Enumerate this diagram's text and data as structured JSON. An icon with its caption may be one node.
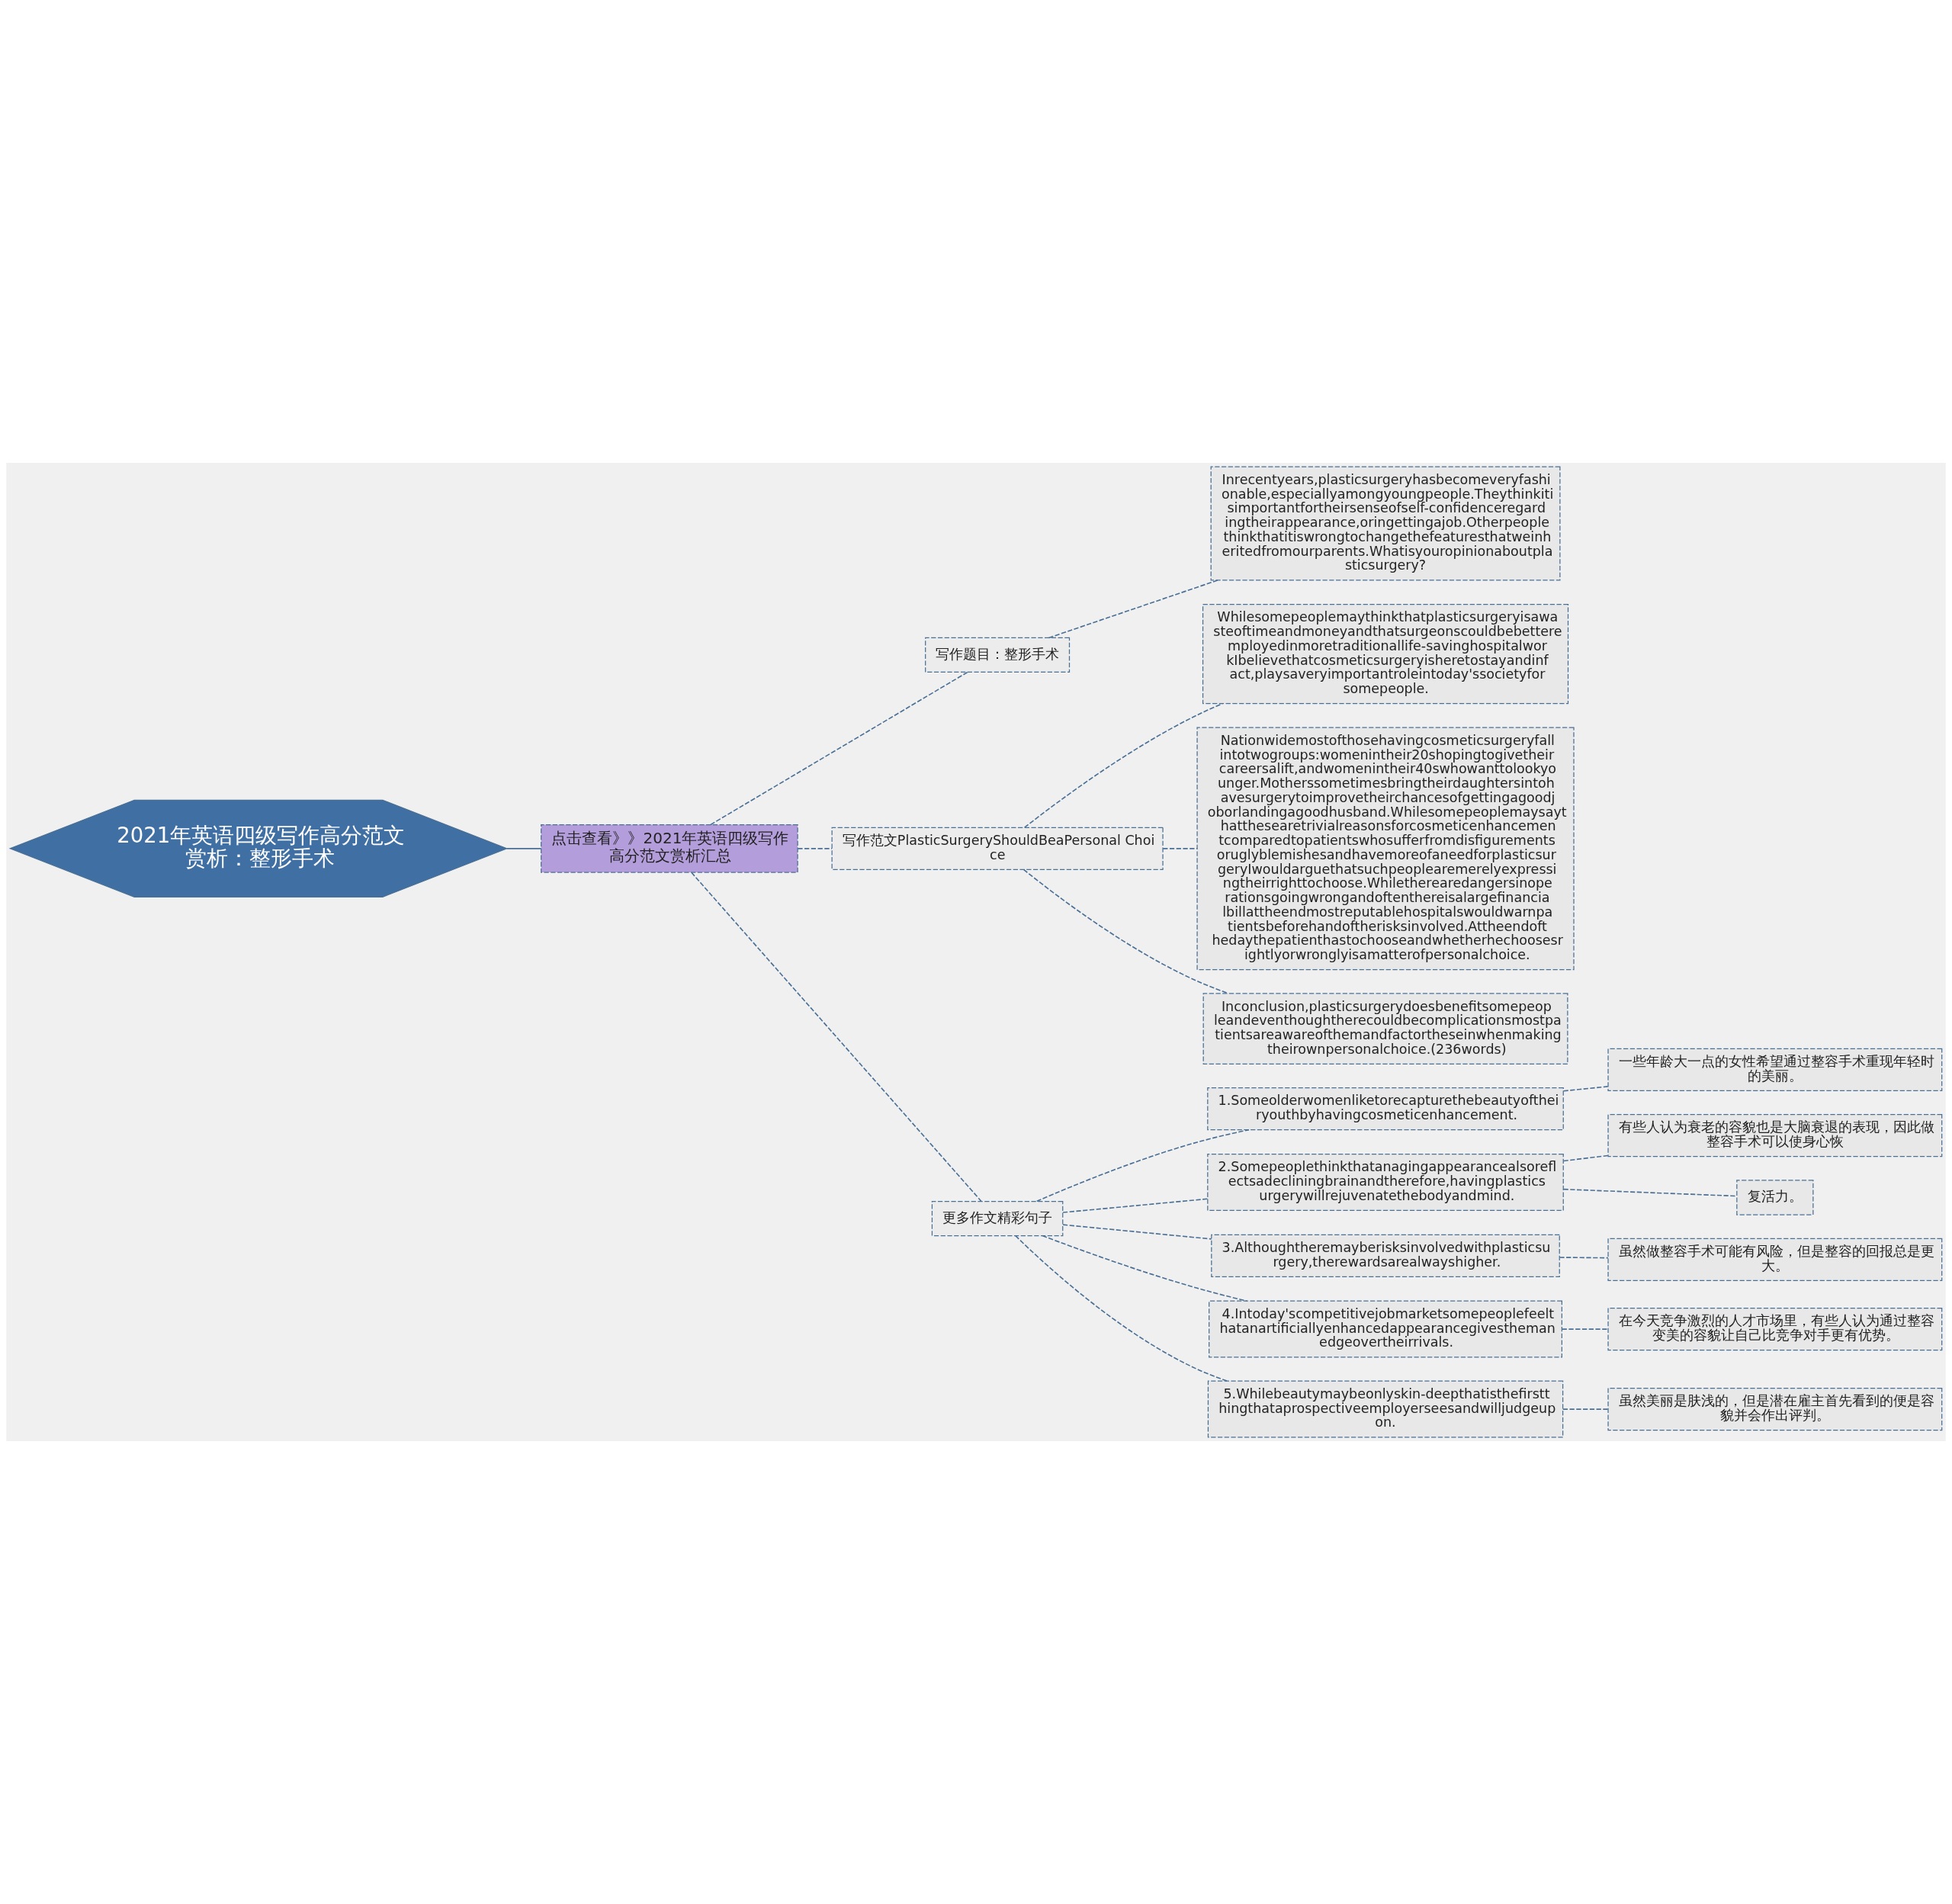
{
  "diagram": {
    "nodes": [
      {
        "text": [
          "2021年英语四级写作高分范文赏析：整形手术"
        ]
      },
      {
        "text": [
          "点击查看》》2021年英语四级写作高分范文赏析汇总"
        ]
      },
      {
        "text": [
          "写作题目：整形手术"
        ]
      },
      {
        "text": [
          "Inrecentyears,plasticsurgeryhasbecomeveryfashionable,especiallyamongyoungpeople.Theythinkitisimportantfortheirsenseofself-confidenceregardingtheirappearance,oringettingajob.Otherpeoplethinkthatitiswrongtochangethefeaturesthatweinheritedfromourparents.Whatisyouropinionaboutplasticsurgery?"
        ]
      },
      {
        "text": [
          "写作范文PlasticSurgeryShouldBeaPersonal Choice"
        ]
      },
      {
        "text": [
          "Whilesomepeoplemaythinkthatplasticsurgeryisawasteoftimeandmoneyandthatsurgeonscouldbebetteremployedinmoretraditionallife-savinghospitalworkIbelievethatcosmeticsurgeryisheretostayandinfact,playsaveryimportantroleintoday'ssocietyforsomepeople."
        ]
      },
      {
        "text": [
          "Nationwidemostofthosehavingcosmeticsurgeryfallintotwogroups:womenintheir20shopingtogivetheircareersalift,andwomenintheir40swhowanttolookyounger.Motherssometimesbringtheirdaughtersintohavesurgerytoimprovetheirchancesofgettingagoodjoborlandingagoodhusband.WhilesomepeoplemaysaythatthesearetrivialreasonsforcosmeticenhancementcomparedtopatientswhosufferfromdisfigurementsoruglyblemishesandhavemoreofaneedforplasticsurgeryIwouldarguethatsuchpeoplearemerelyexpressingtheirrighttochoose.Whiletherearedangersinoperationsgoingwrongandoftenthereisalargefinancialbillattheendmostreputablehospitalswouldwarnpatientsbeforehandoftherisksinvolved.Attheendofthedaythepatienthastochooseandwhetherhechoosesrightlyorwronglyisamatterofpersonalchoice."
        ]
      },
      {
        "text": [
          "Inconclusion,plasticsurgerydoesbenefitsomepeopleandeventhoughtherecouldbecomplicationsmostpatientsareawareofthemandfactortheseinwhenmakingtheirownpersonalchoice.(236words)"
        ]
      },
      {
        "text": [
          "更多作文精彩句子"
        ]
      },
      {
        "text": [
          "1.Someolderwomenliketorecapturethebeautyoftheiryouthbyhavingcosmeticenhancement."
        ]
      },
      {
        "text": [
          "一些年龄大一点的女性希望通过整容手术重现年轻时的美丽。"
        ]
      },
      {
        "text": [
          "2.Somepeoplethinkthatanagingappearancealsoreflectsadecliningbrainandtherefore,havingplasticsurgerywillrejuvenatethebodyandmind."
        ]
      },
      {
        "text": [
          "有些人认为衰老的容貌也是大脑衰退的表现，因此做整容手术可以使身心恢"
        ]
      },
      {
        "text": [
          "复活力。"
        ]
      },
      {
        "text": [
          "3.Althoughtheremayberisksinvolvedwithplasticsurgery,therewardsarealwayshigher."
        ]
      },
      {
        "text": [
          "虽然做整容手术可能有风险，但是整容的回报总是更大。"
        ]
      },
      {
        "text": [
          "4.Intoday'scompetitivejobmarketsomepeoplefeelthatanartificiallyenhancedappearancegivesthemanedgeovertheirrivals."
        ]
      },
      {
        "text": [
          "在今天竞争激烈的人才市场里，有些人认为通过整容变美的容貌让自己比竞争对手更有优势。"
        ]
      },
      {
        "text": [
          "5.Whilebeautymaybeonlyskin-deepthatisthefirstthingthataprospectiveemployerseesandwilljudgeupon."
        ]
      },
      {
        "text": [
          "虽然美丽是肤浅的，但是潜在雇主首先看到的便是容貌并会作出评判。"
        ]
      }
    ],
    "edges": [
      {
        "from": 0,
        "to": 1,
        "arrow": "none"
      },
      {
        "from": 1,
        "to": 2,
        "arrow": "none",
        "style": "dashed"
      },
      {
        "from": 2,
        "to": 3,
        "arrow": "none",
        "style": "dashed"
      },
      {
        "from": 1,
        "to": 4,
        "arrow": "none",
        "style": "dashed"
      },
      {
        "from": 4,
        "to": 5,
        "arrow": "none",
        "style": "dashed"
      },
      {
        "from": 4,
        "to": 6,
        "arrow": "none",
        "style": "dashed"
      },
      {
        "from": 4,
        "to": 7,
        "arrow": "none",
        "style": "dashed"
      },
      {
        "from": 1,
        "to": 8,
        "arrow": "none",
        "style": "dashed"
      },
      {
        "from": 8,
        "to": 9,
        "arrow": "none",
        "style": "dashed"
      },
      {
        "from": 9,
        "to": 10,
        "arrow": "none",
        "style": "dashed"
      },
      {
        "from": 8,
        "to": 11,
        "arrow": "none",
        "style": "dashed"
      },
      {
        "from": 11,
        "to": 12,
        "arrow": "none",
        "style": "dashed"
      },
      {
        "from": 11,
        "to": 13,
        "arrow": "none",
        "style": "dashed"
      },
      {
        "from": 8,
        "to": 14,
        "arrow": "none",
        "style": "dashed"
      },
      {
        "from": 14,
        "to": 15,
        "arrow": "none",
        "style": "dashed"
      },
      {
        "from": 8,
        "to": 16,
        "arrow": "none",
        "style": "dashed"
      },
      {
        "from": 16,
        "to": 17,
        "arrow": "none",
        "style": "dashed"
      },
      {
        "from": 8,
        "to": 18,
        "arrow": "none",
        "style": "dashed"
      },
      {
        "from": 18,
        "to": 19,
        "arrow": "none",
        "style": "dashed"
      }
    ]
  }
}
